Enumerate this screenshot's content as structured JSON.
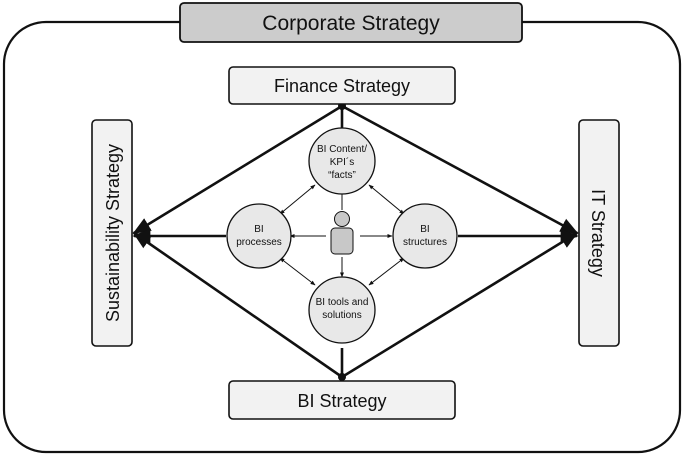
{
  "corporate": {
    "label": "Corporate Strategy"
  },
  "finance": {
    "label": "Finance Strategy"
  },
  "bi_strategy": {
    "label": "BI Strategy"
  },
  "sustainability": {
    "label": "Sustainability Strategy"
  },
  "it": {
    "label": "IT Strategy"
  },
  "nodes": {
    "content": {
      "lines": [
        "BI Content/",
        "KPI´s",
        "“facts”"
      ]
    },
    "processes": {
      "lines": [
        "BI",
        "processes"
      ]
    },
    "structures": {
      "lines": [
        "BI",
        "structures"
      ]
    },
    "tools": {
      "lines": [
        "BI tools and",
        "solutions"
      ]
    }
  },
  "icons": {
    "center": "person-icon"
  },
  "colors": {
    "box_fill": "#f2f2f2",
    "title_fill": "#cccccc",
    "circle_fill": "#e8e8e8",
    "person_fill": "#c8c8c8",
    "stroke": "#111111"
  }
}
